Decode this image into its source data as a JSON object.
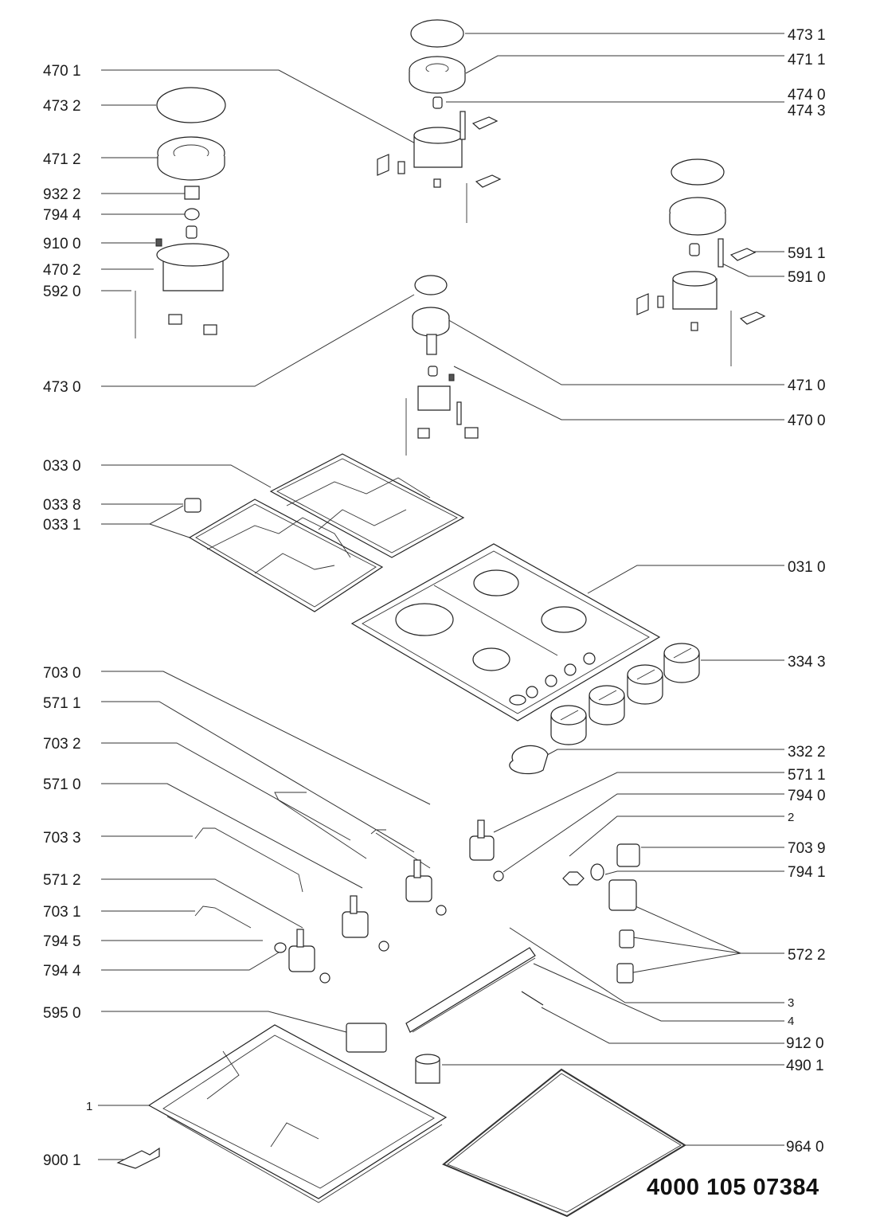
{
  "document": {
    "title": "Gas hob exploded parts diagram",
    "doc_number": "4000 105 07384"
  },
  "labels_left": [
    {
      "id": "470-1",
      "text": "470 1"
    },
    {
      "id": "473-2",
      "text": "473 2"
    },
    {
      "id": "471-2",
      "text": "471 2"
    },
    {
      "id": "932-2",
      "text": "932 2"
    },
    {
      "id": "794-4-top",
      "text": "794 4"
    },
    {
      "id": "910-0",
      "text": "910 0"
    },
    {
      "id": "470-2",
      "text": "470 2"
    },
    {
      "id": "592-0",
      "text": "592 0"
    },
    {
      "id": "473-0",
      "text": "473 0"
    },
    {
      "id": "033-0",
      "text": "033 0"
    },
    {
      "id": "033-8",
      "text": "033 8"
    },
    {
      "id": "033-1",
      "text": "033 1"
    },
    {
      "id": "703-0",
      "text": "703 0"
    },
    {
      "id": "571-1-left",
      "text": "571 1"
    },
    {
      "id": "703-2",
      "text": "703 2"
    },
    {
      "id": "571-0",
      "text": "571 0"
    },
    {
      "id": "703-3",
      "text": "703 3"
    },
    {
      "id": "571-2",
      "text": "571 2"
    },
    {
      "id": "703-1",
      "text": "703 1"
    },
    {
      "id": "794-5",
      "text": "794 5"
    },
    {
      "id": "794-4-bottom",
      "text": "794 4"
    },
    {
      "id": "595-0",
      "text": "595 0"
    },
    {
      "id": "1",
      "text": "1"
    },
    {
      "id": "900-1",
      "text": "900 1"
    }
  ],
  "labels_right": [
    {
      "id": "473-1",
      "text": "473 1"
    },
    {
      "id": "471-1",
      "text": "471 1"
    },
    {
      "id": "474-0",
      "text": "474 0"
    },
    {
      "id": "474-3",
      "text": "474 3"
    },
    {
      "id": "591-1",
      "text": "591 1"
    },
    {
      "id": "591-0",
      "text": "591 0"
    },
    {
      "id": "471-0",
      "text": "471 0"
    },
    {
      "id": "470-0",
      "text": "470 0"
    },
    {
      "id": "031-0",
      "text": "031 0"
    },
    {
      "id": "334-3",
      "text": "334 3"
    },
    {
      "id": "332-2",
      "text": "332 2"
    },
    {
      "id": "571-1-right",
      "text": "571 1"
    },
    {
      "id": "794-0",
      "text": "794 0"
    },
    {
      "id": "2",
      "text": "2"
    },
    {
      "id": "703-9",
      "text": "703 9"
    },
    {
      "id": "794-1",
      "text": "794 1"
    },
    {
      "id": "572-2",
      "text": "572 2"
    },
    {
      "id": "3",
      "text": "3"
    },
    {
      "id": "4",
      "text": "4"
    },
    {
      "id": "912-0",
      "text": "912 0"
    },
    {
      "id": "490-1",
      "text": "490 1"
    },
    {
      "id": "964-0",
      "text": "964 0"
    }
  ]
}
